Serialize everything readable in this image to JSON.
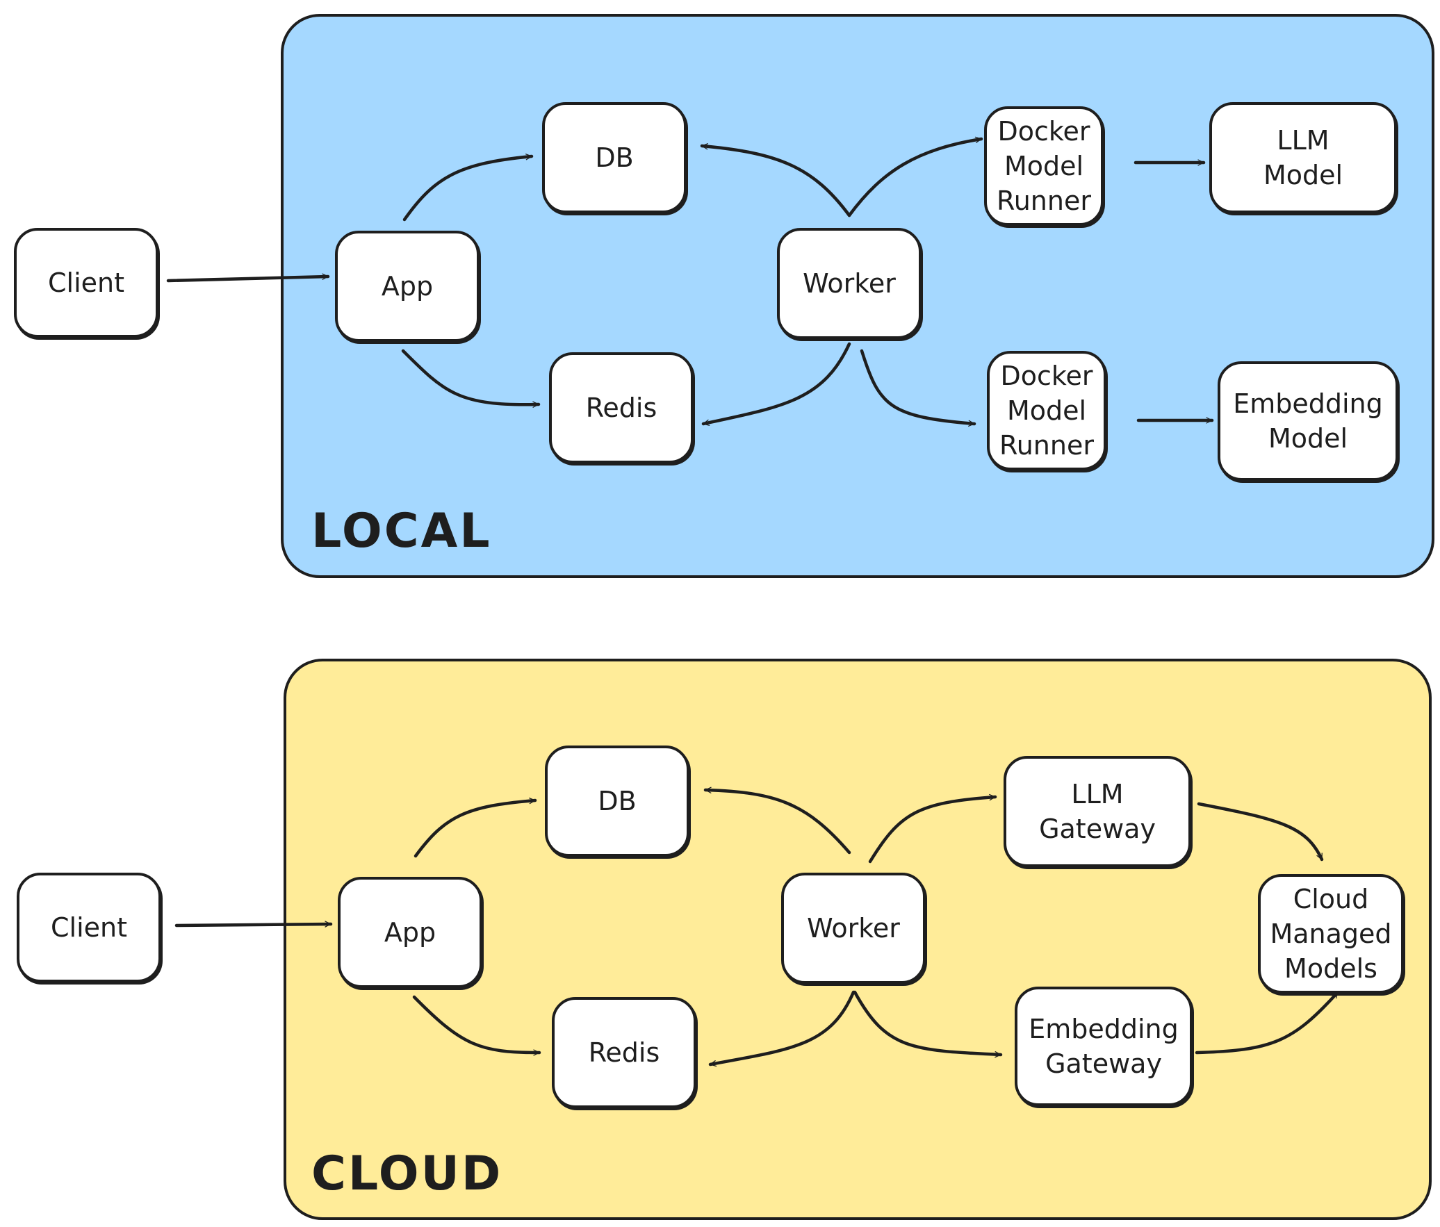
{
  "regions": {
    "local": {
      "label": "LOCAL",
      "color": "#a5d8ff"
    },
    "cloud": {
      "label": "CLOUD",
      "color": "#ffec99"
    }
  },
  "local": {
    "client": "Client",
    "app": "App",
    "db": "DB",
    "redis": "Redis",
    "worker": "Worker",
    "runner_llm": "Docker\nModel\nRunner",
    "llm_model": "LLM\nModel",
    "runner_embed": "Docker\nModel\nRunner",
    "embedding_model": "Embedding\nModel"
  },
  "cloud": {
    "client": "Client",
    "app": "App",
    "db": "DB",
    "redis": "Redis",
    "worker": "Worker",
    "llm_gateway": "LLM\nGateway",
    "embedding_gateway": "Embedding\nGateway",
    "managed_models": "Cloud\nManaged\nModels"
  },
  "edges": [
    {
      "from": "local-client",
      "to": "local-app"
    },
    {
      "from": "local-app",
      "to": "local-db"
    },
    {
      "from": "local-app",
      "to": "local-redis"
    },
    {
      "from": "local-worker",
      "to": "local-db"
    },
    {
      "from": "local-worker",
      "to": "local-runner-llm"
    },
    {
      "from": "local-worker",
      "to": "local-redis"
    },
    {
      "from": "local-worker",
      "to": "local-runner-embed"
    },
    {
      "from": "local-runner-llm",
      "to": "local-llm-model"
    },
    {
      "from": "local-runner-embed",
      "to": "local-embedding-model"
    },
    {
      "from": "cloud-client",
      "to": "cloud-app"
    },
    {
      "from": "cloud-app",
      "to": "cloud-db"
    },
    {
      "from": "cloud-app",
      "to": "cloud-redis"
    },
    {
      "from": "cloud-worker",
      "to": "cloud-db"
    },
    {
      "from": "cloud-worker",
      "to": "cloud-llm-gateway"
    },
    {
      "from": "cloud-worker",
      "to": "cloud-redis"
    },
    {
      "from": "cloud-worker",
      "to": "cloud-embedding-gateway"
    },
    {
      "from": "cloud-llm-gateway",
      "to": "cloud-managed-models"
    },
    {
      "from": "cloud-embedding-gateway",
      "to": "cloud-managed-models"
    }
  ]
}
